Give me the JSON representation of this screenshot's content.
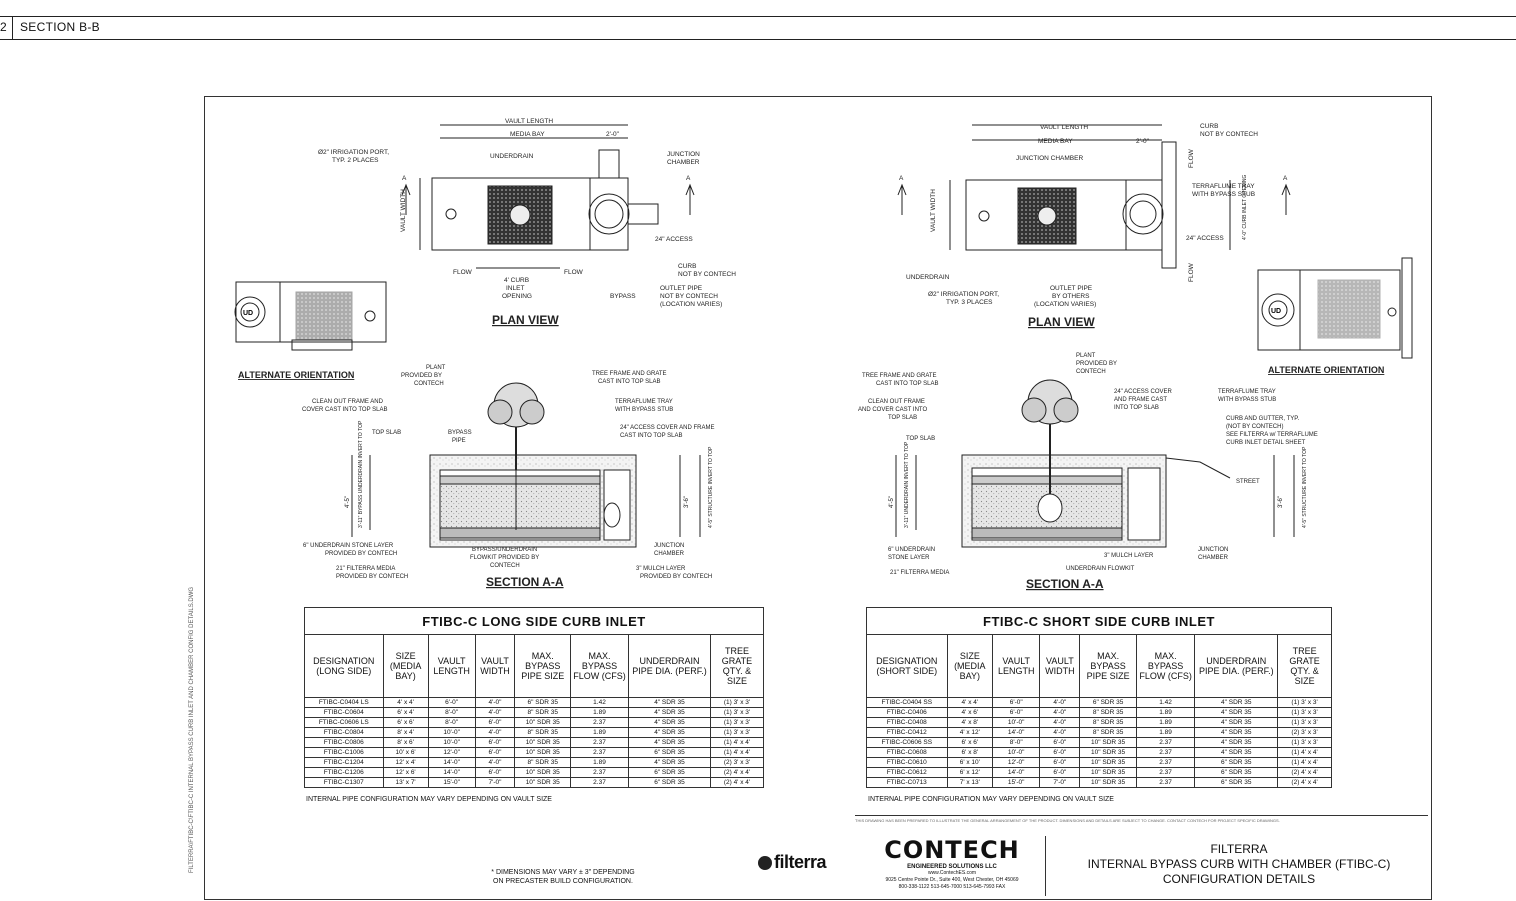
{
  "header": {
    "sheet_number": "2",
    "section_title": "SECTION B-B"
  },
  "left_plan": {
    "labels": {
      "vault_length": "VAULT LENGTH",
      "media_bay": "MEDIA BAY",
      "dim_2ft": "2'-0\"",
      "irrigation_port": "Ø2\" IRRIGATION PORT,",
      "irrigation_port2": "TYP. 2 PLACES",
      "underdrain": "UNDERDRAIN",
      "junction_chamber": "JUNCTION",
      "junction_chamber2": "CHAMBER",
      "vault_width": "VAULT WIDTH",
      "access": "24\" ACCESS",
      "flow": "FLOW",
      "curb_opening": "4' CURB",
      "curb_opening2": "INLET",
      "curb_opening3": "OPENING",
      "curb": "CURB",
      "curb2": "NOT BY CONTECH",
      "bypass": "BYPASS",
      "outlet_pipe": "OUTLET PIPE",
      "outlet_pipe2": "NOT BY CONTECH",
      "outlet_pipe3": "(LOCATION VARIES)",
      "section_mark": "A",
      "plan_view": "PLAN VIEW",
      "alternate": "ALTERNATE ORIENTATION",
      "ud": "UD"
    }
  },
  "left_section": {
    "labels": {
      "plant": "PLANT",
      "plant2": "PROVIDED BY",
      "plant3": "CONTECH",
      "tree_frame": "TREE FRAME AND GRATE",
      "tree_frame2": "CAST INTO TOP SLAB",
      "cleanout": "CLEAN OUT FRAME AND",
      "cleanout2": "COVER CAST INTO TOP SLAB",
      "terraflume": "TERRAFLUME TRAY",
      "terraflume2": "WITH BYPASS STUB",
      "access_cover": "24\" ACCESS COVER AND FRAME",
      "access_cover2": "CAST INTO TOP SLAB",
      "top_slab": "TOP SLAB",
      "bypass_pipe": "BYPASS",
      "bypass_pipe2": "PIPE",
      "stone": "6\" UNDERDRAIN STONE LAYER",
      "stone2": "PROVIDED BY CONTECH",
      "bypass_flowkit": "BYPASS/UNDERDRAIN",
      "bypass_flowkit2": "FLOWKIT PROVIDED BY",
      "bypass_flowkit3": "CONTECH",
      "junction": "JUNCTION",
      "junction2": "CHAMBER",
      "media": "21\" FILTERRA MEDIA",
      "media2": "PROVIDED BY CONTECH",
      "mulch": "3\" MULCH LAYER",
      "mulch2": "PROVIDED BY CONTECH",
      "section_aa": "SECTION A-A",
      "dim_left": "4'-5\"",
      "dim_left2": "3'-11\" BYPASS UNDERDRAIN INVERT TO TOP",
      "dim_right": "3'-6\"",
      "dim_right2": "4'-5\" STRUCTURE INVERT TO TOP"
    }
  },
  "right_plan": {
    "labels": {
      "vault_length": "VAULT LENGTH",
      "media_bay": "MEDIA BAY",
      "dim_2ft": "2'-0\"",
      "curb": "CURB",
      "curb2": "NOT BY CONTECH",
      "junction_chamber": "JUNCTION CHAMBER",
      "flow": "FLOW",
      "terraflume": "TERRAFLUME TRAY",
      "terraflume2": "WITH BYPASS STUB",
      "vault_width": "VAULT WIDTH",
      "curb_inlet": "4'-0\" CURB INLET OPENING",
      "access": "24\" ACCESS",
      "underdrain": "UNDERDRAIN",
      "irrigation_port": "Ø2\" IRRIGATION PORT,",
      "irrigation_port2": "TYP. 3 PLACES",
      "outlet_pipe": "OUTLET PIPE",
      "outlet_pipe2": "BY OTHERS",
      "outlet_pipe3": "(LOCATION VARIES)",
      "section_mark": "A",
      "plan_view": "PLAN VIEW",
      "alternate": "ALTERNATE ORIENTATION",
      "ud": "UD"
    }
  },
  "right_section": {
    "labels": {
      "plant": "PLANT",
      "plant2": "PROVIDED BY",
      "plant3": "CONTECH",
      "tree_frame": "TREE FRAME AND GRATE",
      "tree_frame2": "CAST INTO TOP SLAB",
      "access_cover": "24\" ACCESS COVER",
      "access_cover2": "AND FRAME CAST",
      "access_cover3": "INTO TOP SLAB",
      "terraflume": "TERRAFLUME TRAY",
      "terraflume2": "WITH BYPASS STUB",
      "cleanout": "CLEAN OUT FRAME",
      "cleanout2": "AND COVER CAST INTO",
      "cleanout3": "TOP SLAB",
      "curb_gutter": "CURB AND GUTTER, TYP.",
      "curb_gutter2": "(NOT BY CONTECH)",
      "curb_gutter3": "SEE FILTERRA w/ TERRAFLUME",
      "curb_gutter4": "CURB INLET DETAIL SHEET",
      "top_slab": "TOP SLAB",
      "street": "STREET",
      "stone": "6\" UNDERDRAIN",
      "stone2": "STONE LAYER",
      "media": "21\" FILTERRA MEDIA",
      "mulch": "3\" MULCH LAYER",
      "flowkit": "UNDERDRAIN FLOWKIT",
      "junction": "JUNCTION",
      "junction2": "CHAMBER",
      "section_aa": "SECTION A-A",
      "dim_left": "4'-5\"",
      "dim_left2": "3'-11\" UNDERDRAIN INVERT TO TOP",
      "dim_right": "3'-6\"",
      "dim_right2": "4'-5\" STRUCTURE INVERT TO TOP"
    }
  },
  "long_table": {
    "title": "FTIBC-C LONG SIDE CURB INLET",
    "headers": [
      "DESIGNATION (LONG SIDE)",
      "SIZE (MEDIA BAY)",
      "VAULT LENGTH",
      "VAULT WIDTH",
      "MAX. BYPASS PIPE SIZE",
      "MAX. BYPASS FLOW (CFS)",
      "UNDERDRAIN PIPE DIA. (PERF.)",
      "TREE GRATE QTY. & SIZE"
    ],
    "rows": [
      [
        "FTIBC-C0404 LS",
        "4' x 4'",
        "6'-0\"",
        "4'-0\"",
        "6\" SDR 35",
        "1.42",
        "4\" SDR 35",
        "(1) 3' x 3'"
      ],
      [
        "FTIBC-C0604",
        "6' x 4'",
        "8'-0\"",
        "4'-0\"",
        "8\" SDR 35",
        "1.89",
        "4\" SDR 35",
        "(1) 3' x 3'"
      ],
      [
        "FTIBC-C0606 LS",
        "6' x 6'",
        "8'-0\"",
        "6'-0\"",
        "10\" SDR 35",
        "2.37",
        "4\" SDR 35",
        "(1) 3' x 3'"
      ],
      [
        "FTIBC-C0804",
        "8' x 4'",
        "10'-0\"",
        "4'-0\"",
        "8\" SDR 35",
        "1.89",
        "4\" SDR 35",
        "(1) 3' x 3'"
      ],
      [
        "FTIBC-C0806",
        "8' x 6'",
        "10'-0\"",
        "6'-0\"",
        "10\" SDR 35",
        "2.37",
        "4\" SDR 35",
        "(1) 4' x 4'"
      ],
      [
        "FTIBC-C1006",
        "10' x 6'",
        "12'-0\"",
        "6'-0\"",
        "10\" SDR 35",
        "2.37",
        "6\" SDR 35",
        "(1) 4' x 4'"
      ],
      [
        "FTIBC-C1204",
        "12' x 4'",
        "14'-0\"",
        "4'-0\"",
        "8\" SDR 35",
        "1.89",
        "4\" SDR 35",
        "(2) 3' x 3'"
      ],
      [
        "FTIBC-C1206",
        "12' x 6'",
        "14'-0\"",
        "6'-0\"",
        "10\" SDR 35",
        "2.37",
        "6\" SDR 35",
        "(2) 4' x 4'"
      ],
      [
        "FTIBC-C1307",
        "13' x 7'",
        "15'-0\"",
        "7'-0\"",
        "10\" SDR 35",
        "2.37",
        "6\" SDR 35",
        "(2) 4' x 4'"
      ]
    ],
    "footnote": "INTERNAL PIPE CONFIGURATION MAY VARY DEPENDING ON VAULT SIZE"
  },
  "short_table": {
    "title": "FTIBC-C SHORT SIDE CURB INLET",
    "headers": [
      "DESIGNATION (SHORT SIDE)",
      "SIZE (MEDIA BAY)",
      "VAULT LENGTH",
      "VAULT WIDTH",
      "MAX. BYPASS PIPE SIZE",
      "MAX. BYPASS FLOW (CFS)",
      "UNDERDRAIN PIPE DIA. (PERF.)",
      "TREE GRATE QTY. & SIZE"
    ],
    "rows": [
      [
        "FTIBC-C0404 SS",
        "4' x 4'",
        "6'-0\"",
        "4'-0\"",
        "6\" SDR 35",
        "1.42",
        "4\" SDR 35",
        "(1) 3' x 3'"
      ],
      [
        "FTIBC-C0406",
        "4' x 6'",
        "6'-0\"",
        "4'-0\"",
        "8\" SDR 35",
        "1.89",
        "4\" SDR 35",
        "(1) 3' x 3'"
      ],
      [
        "FTIBC-C0408",
        "4' x 8'",
        "10'-0\"",
        "4'-0\"",
        "8\" SDR 35",
        "1.89",
        "4\" SDR 35",
        "(1) 3' x 3'"
      ],
      [
        "FTIBC-C0412",
        "4' x 12'",
        "14'-0\"",
        "4'-0\"",
        "8\" SDR 35",
        "1.89",
        "4\" SDR 35",
        "(2) 3' x 3'"
      ],
      [
        "FTIBC-C0606 SS",
        "6' x 6'",
        "8'-0\"",
        "6'-0\"",
        "10\" SDR 35",
        "2.37",
        "4\" SDR 35",
        "(1) 3' x 3'"
      ],
      [
        "FTIBC-C0608",
        "6' x 8'",
        "10'-0\"",
        "6'-0\"",
        "10\" SDR 35",
        "2.37",
        "4\" SDR 35",
        "(1) 4' x 4'"
      ],
      [
        "FTIBC-C0610",
        "6' x 10'",
        "12'-0\"",
        "6'-0\"",
        "10\" SDR 35",
        "2.37",
        "6\" SDR 35",
        "(1) 4' x 4'"
      ],
      [
        "FTIBC-C0612",
        "6' x 12'",
        "14'-0\"",
        "6'-0\"",
        "10\" SDR 35",
        "2.37",
        "6\" SDR 35",
        "(2) 4' x 4'"
      ],
      [
        "FTIBC-C0713",
        "7' x 13'",
        "15'-0\"",
        "7'-0\"",
        "10\" SDR 35",
        "2.37",
        "6\" SDR 35",
        "(2) 4' x 4'"
      ]
    ],
    "footnote": "INTERNAL PIPE CONFIGURATION MAY VARY DEPENDING ON VAULT SIZE"
  },
  "notes": {
    "dimensions_1": "* DIMENSIONS MAY VARY ± 3\" DEPENDING",
    "dimensions_2": "ON PRECASTER BUILD CONFIGURATION.",
    "filterra_logo": "filterra"
  },
  "title_block": {
    "fine_print": "THIS DRAWING HAS BEEN PREPARED TO ILLUSTRATE THE GENERAL ARRANGEMENT OF THE PRODUCT. DIMENSIONS AND DETAILS ARE SUBJECT TO CHANGE. CONTACT CONTECH FOR PROJECT SPECIFIC DRAWINGS.",
    "company": "CONTECH",
    "company_sub": "ENGINEERED SOLUTIONS LLC",
    "website": "www.ContechES.com",
    "address": "9025 Centre Pointe Dr., Suite 400, West Chester, OH 45069",
    "phones": "800-338-1122     513-645-7000     513-645-7993 FAX",
    "line1": "FILTERRA",
    "line2": "INTERNAL BYPASS CURB WITH CHAMBER (FTIBC-C)",
    "line3": "CONFIGURATION DETAILS"
  },
  "side_text": "FILTERRA\\FTIBC-C\\FTIBC-C INTERNAL BYPASS CURB INLET AND CHAMBER CONFIG DETAILS.DWG"
}
